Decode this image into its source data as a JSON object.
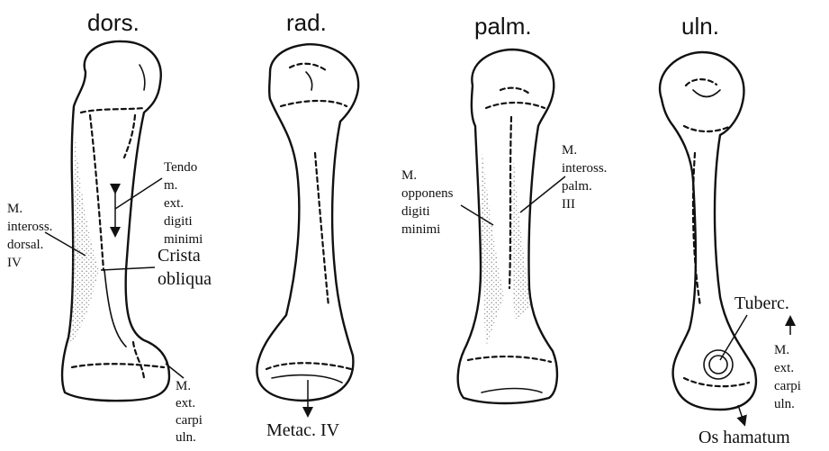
{
  "views": [
    {
      "title": "dors."
    },
    {
      "title": "rad."
    },
    {
      "title": "palm."
    },
    {
      "title": "uln."
    }
  ],
  "labels": {
    "dors": {
      "tendo": [
        "Tendo",
        "m.",
        "ext.",
        "digiti",
        "minimi"
      ],
      "inteross_dorsal": [
        "M.",
        "inteross.",
        "dorsal.",
        "IV"
      ],
      "crista": [
        "Crista",
        "obliqua"
      ],
      "ext_carpi": [
        "M.",
        "ext.",
        "carpi",
        "uln."
      ]
    },
    "rad": {
      "metac": "Metac. IV"
    },
    "palm": {
      "opponens": [
        "M.",
        "opponens",
        "digiti",
        "minimi"
      ],
      "inteross_palm": [
        "M.",
        "inteross.",
        "palm.",
        "III"
      ]
    },
    "uln": {
      "tuberc": "Tuberc.",
      "ext_carpi": [
        "M.",
        "ext.",
        "carpi",
        "uln."
      ],
      "os_hamatum": "Os hamatum"
    }
  }
}
